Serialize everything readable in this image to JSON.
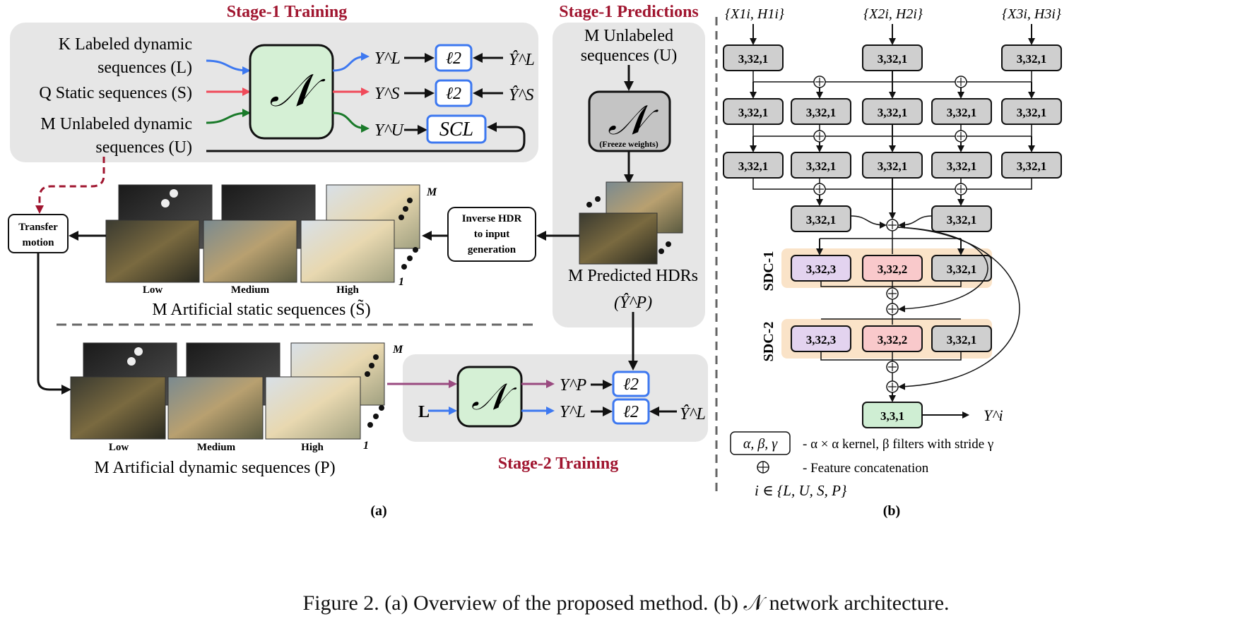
{
  "panel_a": {
    "stage1_training_title": "Stage-1 Training",
    "stage1_predictions_title": "Stage-1 Predictions",
    "stage2_training_title": "Stage-2 Training",
    "input_labeled": [
      "K Labeled dynamic",
      "sequences (L)"
    ],
    "input_static": "Q Static sequences (S)",
    "input_unlabeled": [
      "M Unlabeled dynamic",
      "sequences (U)"
    ],
    "network_symbol": "𝒩",
    "out_labeled": "Y^L",
    "out_static": "Y^S",
    "out_unlabeled": "Y^U",
    "loss_l2": "ℓ2",
    "loss_scl": "SCL",
    "gt_labeled": "Ŷ^L",
    "gt_static": "Ŷ^S",
    "pred_unlabeled": [
      "M Unlabeled",
      "sequences (U)"
    ],
    "freeze_label": "(Freeze weights)",
    "predicted_hdrs": "M Predicted HDRs",
    "predicted_hdrs_symbol": "(Ŷ^P)",
    "inverse_hdr": [
      "Inverse HDR",
      "to input",
      "generation"
    ],
    "transfer_motion": [
      "Transfer",
      "motion"
    ],
    "exposure_labels": [
      "Low",
      "Medium",
      "High"
    ],
    "stack_top": "M",
    "stack_bottom": "1",
    "static_seq_caption": "M Artificial static sequences (S̃)",
    "dynamic_seq_caption": "M Artificial dynamic sequences (P)",
    "stage2_in_l": "L",
    "out_p": "Y^P",
    "panel_label": "(a)"
  },
  "panel_b": {
    "inputs": [
      "{X1i, H1i}",
      "{X2i, H2i}",
      "{X3i, H3i}"
    ],
    "block_default": "3,32,1",
    "block_sdc_a": "3,32,3",
    "block_sdc_b": "3,32,2",
    "block_out": "3,3,1",
    "sdc1": "SDC-1",
    "sdc2": "SDC-2",
    "output": "Y^i",
    "legend_key": "α, β, γ",
    "legend_key_desc": "-  α × α kernel, β filters with stride γ",
    "legend_concat_desc": "-  Feature concatenation",
    "legend_i": "i ∈ {L, U, S, P}",
    "panel_label": "(b)"
  },
  "caption": "Figure 2. (a) Overview of the proposed method. (b) 𝒩 network architecture.",
  "colors": {
    "accent_red": "#a0152f",
    "blue": "#3d78f0",
    "pink": "#f04a5a",
    "green": "#1a7a2a",
    "purple": "#9a4a80",
    "net_fill": "#d5f0d5",
    "panel_gray": "#e6e6e6",
    "block_gray": "#cfcfcf",
    "sdc_bg": "#fae3c8",
    "sdc_purple": "#e3d3ef",
    "sdc_pink": "#f9c9cb",
    "out_green": "#cfeed3"
  }
}
